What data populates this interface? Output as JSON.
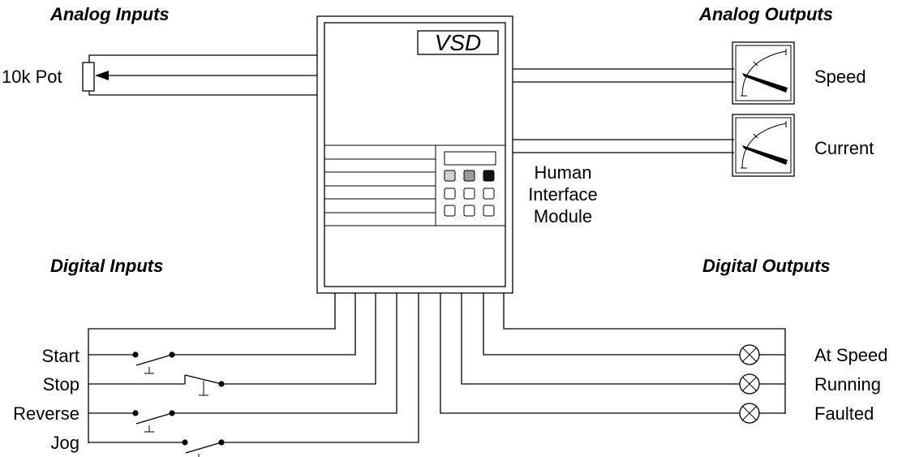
{
  "headings": {
    "analog_inputs": "Analog Inputs",
    "analog_outputs": "Analog Outputs",
    "digital_inputs": "Digital Inputs",
    "digital_outputs": "Digital Outputs"
  },
  "vsd": {
    "title": "VSD",
    "him_lines": [
      "Human",
      "Interface",
      "Module"
    ]
  },
  "analog_inputs": {
    "pot_label": "10k Pot"
  },
  "analog_outputs": {
    "meters": [
      "Speed",
      "Current"
    ]
  },
  "digital_inputs": {
    "labels": [
      "Start",
      "Stop",
      "Reverse",
      "Jog"
    ]
  },
  "digital_outputs": {
    "labels": [
      "At Speed",
      "Running",
      "Faulted"
    ]
  },
  "colors": {
    "line": "#000000",
    "key_mid": "#9a9a9a",
    "key_dark": "#000000",
    "background": "#ffffff"
  }
}
